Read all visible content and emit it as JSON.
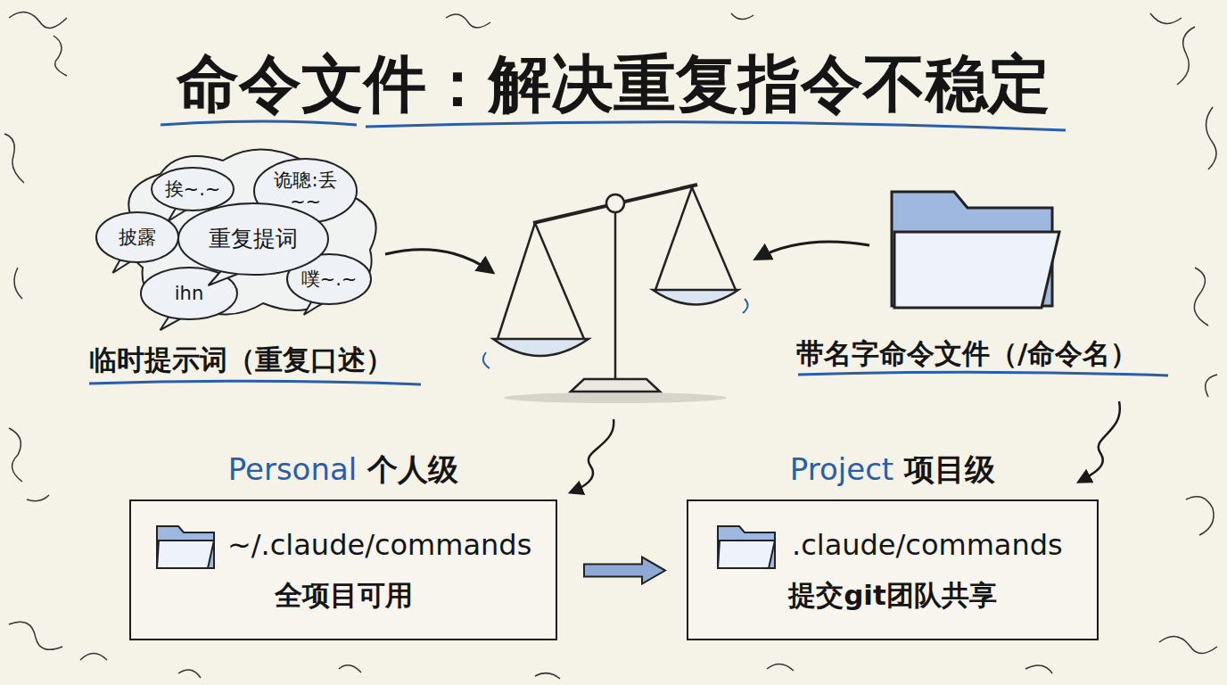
{
  "diagram": {
    "title": "命令文件：解决重复指令不稳定",
    "nodes": [
      {
        "text": [
          "挨~.~"
        ]
      },
      {
        "text": [
          "诡聰:丢",
          "~~"
        ]
      },
      {
        "text": [
          "披露"
        ]
      },
      {
        "text": [
          "重复提词"
        ]
      },
      {
        "text": [
          "噗~.~"
        ]
      },
      {
        "text": [
          "ihn"
        ]
      },
      {
        "text": [
          "Personal",
          "个人级",
          "~/.claude/commands",
          "全项目可用"
        ]
      },
      {
        "text": [
          "Project",
          "项目级",
          ".claude/commands",
          "提交git团队共享"
        ]
      }
    ],
    "edges": [
      {
        "from": 6,
        "to": 7,
        "arrow": "to"
      }
    ],
    "labels": [
      "临时提示词（重复口述）",
      "带名字命令文件（/命令名）"
    ]
  }
}
